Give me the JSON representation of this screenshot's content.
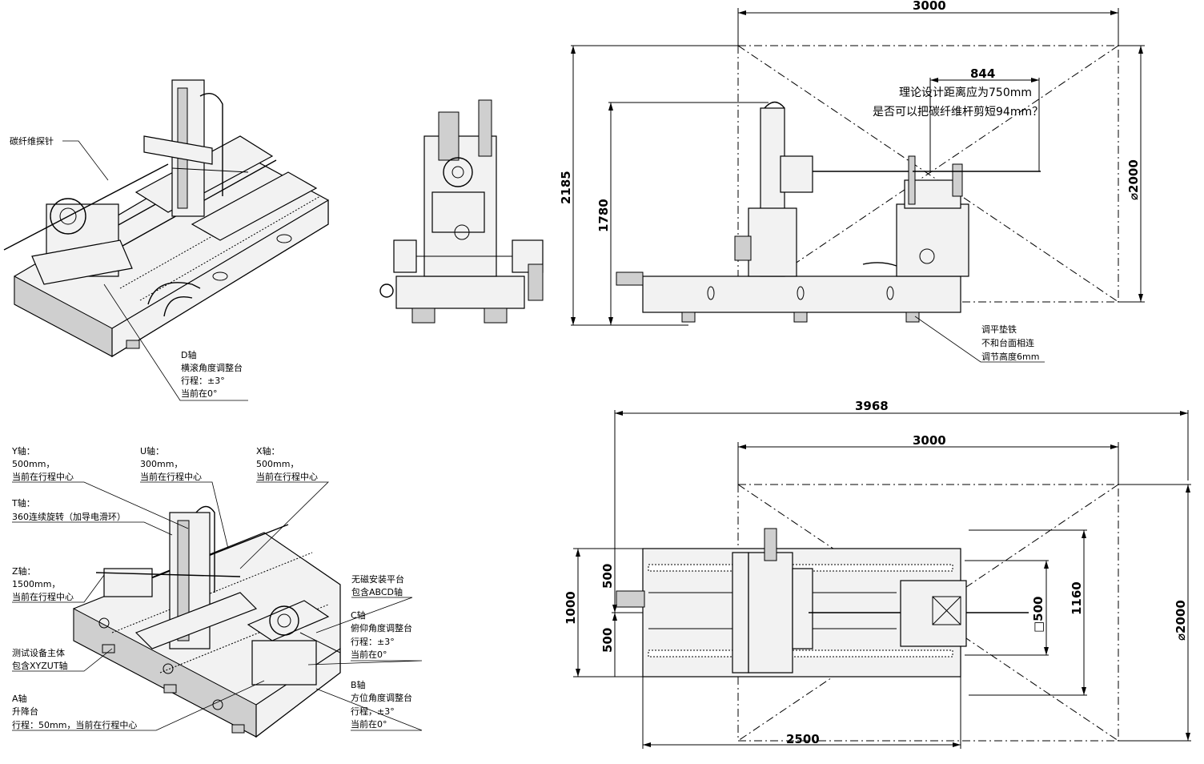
{
  "views": {
    "iso_top": {
      "probe_label": "碳纤维探针",
      "d_axis": [
        "D轴",
        "横滚角度调整台",
        "行程：±3°",
        "当前在0°"
      ]
    },
    "iso_bottom": {
      "y_axis": [
        "Y轴：",
        "500mm，",
        "当前在行程中心"
      ],
      "u_axis": [
        "U轴：",
        "300mm，",
        "当前在行程中心"
      ],
      "x_axis": [
        "X轴：",
        "500mm，",
        "当前在行程中心"
      ],
      "t_axis": [
        "T轴：",
        "360连续旋转（加导电滑环）"
      ],
      "z_axis": [
        "Z轴：",
        "1500mm，",
        "当前在行程中心"
      ],
      "platform": [
        "无磁安装平台",
        "包含ABCD轴"
      ],
      "c_axis": [
        "C轴",
        "俯仰角度调整台",
        "行程：±3°",
        "当前在0°"
      ],
      "main_body": [
        "测试设备主体",
        "包含XYZUT轴"
      ],
      "a_axis": [
        "A轴",
        "升降台",
        "行程：50mm，当前在行程中心"
      ],
      "b_axis": [
        "B轴",
        "方位角度调整台",
        "行程，±3°",
        "当前在0°"
      ]
    },
    "side_view": {
      "dim_top": "3000",
      "dim_844": "844",
      "question": [
        "理论设计距离应为750mm",
        "是否可以把碳纤维杆剪短94mm？"
      ],
      "dim_left_outer": "2185",
      "dim_left_inner": "1780",
      "dim_right": "⌀2000",
      "pad_note": [
        "调平垫铁",
        "不和台面相连",
        "调节高度6mm"
      ]
    },
    "plan_view": {
      "dim_total": "3968",
      "dim_zone": "3000",
      "dim_bottom": "2500",
      "dim_1000": "1000",
      "dim_500_top": "500",
      "dim_500_bottom": "500",
      "dim_square": "□500",
      "dim_1160": "1160",
      "dim_right": "⌀2000"
    }
  }
}
